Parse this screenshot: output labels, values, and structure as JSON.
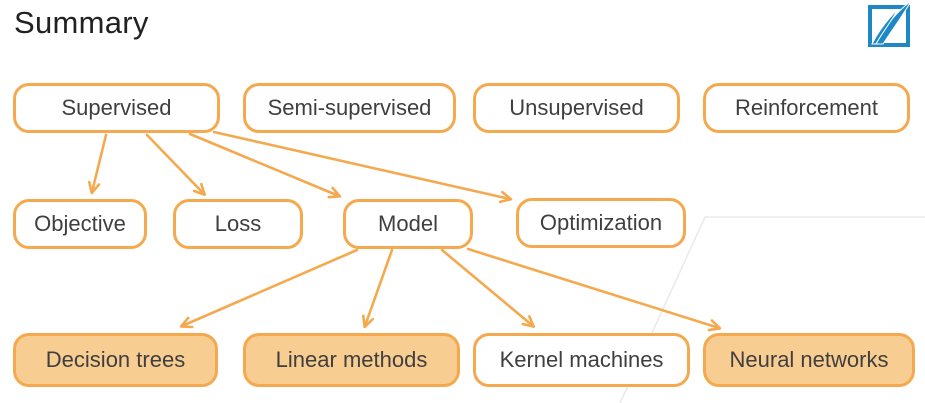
{
  "title": "Summary",
  "logo": {
    "icon": "book-pages-logo",
    "color": "#1E88C7"
  },
  "colors": {
    "accent_orange": "#F5A94E",
    "node_fill_orange": "#F8CD92",
    "node_text": "#3F3F3F",
    "title_text": "#212121",
    "logo_blue": "#1E88C7",
    "watermark_gray": "#EAEAEA"
  },
  "diagram": {
    "rows": [
      {
        "items": [
          {
            "label": "Supervised",
            "filled": false
          },
          {
            "label": "Semi-supervised",
            "filled": false
          },
          {
            "label": "Unsupervised",
            "filled": false
          },
          {
            "label": "Reinforcement",
            "filled": false
          }
        ]
      },
      {
        "items": [
          {
            "label": "Objective",
            "filled": false
          },
          {
            "label": "Loss",
            "filled": false
          },
          {
            "label": "Model",
            "filled": false
          },
          {
            "label": "Optimization",
            "filled": false
          }
        ]
      },
      {
        "items": [
          {
            "label": "Decision trees",
            "filled": true
          },
          {
            "label": "Linear methods",
            "filled": true
          },
          {
            "label": "Kernel machines",
            "filled": false
          },
          {
            "label": "Neural networks",
            "filled": true
          }
        ]
      }
    ],
    "edges": [
      {
        "from": "Supervised",
        "to": "Objective"
      },
      {
        "from": "Supervised",
        "to": "Loss"
      },
      {
        "from": "Supervised",
        "to": "Model"
      },
      {
        "from": "Supervised",
        "to": "Optimization"
      },
      {
        "from": "Model",
        "to": "Decision trees"
      },
      {
        "from": "Model",
        "to": "Linear methods"
      },
      {
        "from": "Model",
        "to": "Kernel machines"
      },
      {
        "from": "Model",
        "to": "Neural networks"
      }
    ]
  }
}
